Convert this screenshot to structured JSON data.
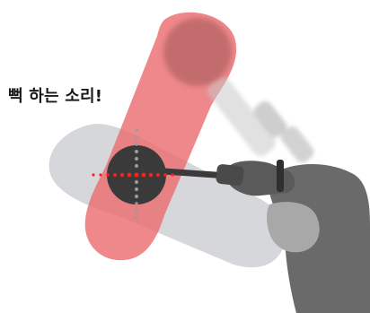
{
  "caption": "뻑 하는 소리!",
  "colors": {
    "background": "#ffffff",
    "gray_swing_band": "#d0d3d6",
    "red_swing_band": "#ec6e70",
    "ghost_club_head": "#a75a5a",
    "ghost_shaft": "#c9c9c9",
    "club_face": "#3a3a3a",
    "impact_dots_red": "#ff1f1f",
    "impact_dots_gray": "#9a9a9a",
    "hand_dark": "#6a6a6a",
    "hand_light": "#a8a8a8",
    "grip": "#4a4a4a"
  },
  "icons": {
    "swing_path_gray": "swing-path-band",
    "swing_path_red": "swing-path-band",
    "ghost_club": "blurred-club-icon",
    "club_head": "club-head-face-icon",
    "hand": "hand-gripping-club-icon"
  }
}
